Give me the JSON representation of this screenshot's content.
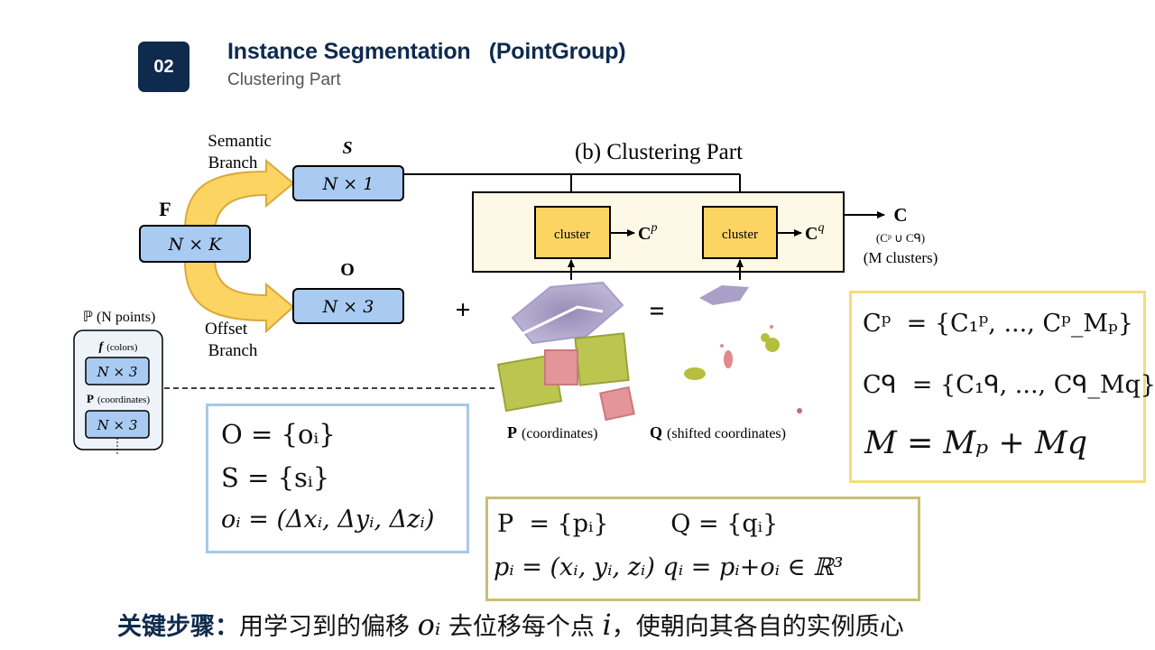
{
  "header": {
    "badge": "02",
    "title": "Instance Segmentation   (PointGroup)",
    "subtitle": "Clustering Part"
  },
  "diagram": {
    "part_title": "(b) Clustering Part",
    "F_label": "F",
    "F_box": "N × K",
    "semantic_branch": [
      "Semantic",
      "Branch"
    ],
    "offset_branch": [
      "Offset",
      "Branch"
    ],
    "S_label": "S",
    "S_box": "N × 1",
    "O_label": "O",
    "O_box": "N × 3",
    "cluster1": "cluster",
    "cluster2": "cluster",
    "Cp": "C",
    "Cp_sup": "p",
    "Cq": "C",
    "Cq_sup": "q",
    "C_out": "C",
    "C_union": "(Cᵖ ∪ Cᑫ)",
    "m_clusters": "(M clusters)",
    "plus": "+",
    "equals": "=",
    "points_title": "ℙ (N points)",
    "colors_label": "(colors)",
    "colors_f": "f",
    "colors_box": "N × 3",
    "coords_P": "P",
    "coords_label": "(coordinates)",
    "coords_box": "N × 3",
    "P_caption_bold": "P",
    "P_caption": "(coordinates)",
    "Q_caption_bold": "Q",
    "Q_caption": "(shifted coordinates)"
  },
  "formula_os": {
    "line1": "O = {oᵢ}",
    "line2": "S = {sᵢ}",
    "line3": "oᵢ = (Δxᵢ, Δyᵢ, Δzᵢ)"
  },
  "formula_pq": {
    "line1": "P  = {pᵢ}        Q = {qᵢ}",
    "line2": "pᵢ = (xᵢ, yᵢ, zᵢ) qᵢ = pᵢ+oᵢ ∈ ℝ³"
  },
  "formula_c": {
    "line1": "Cᵖ  = {C₁ᵖ, ..., Cᵖ_Mₚ}",
    "line2": "Cᑫ  = {C₁ᑫ, ..., Cᑫ_Mq}",
    "line3": "M = Mₚ + Mq"
  },
  "bottom": {
    "key": "关键步骤：",
    "text1": "用学习到的偏移 ",
    "o_sym": "oᵢ",
    "text2": " 去位移每个点 ",
    "i_sym": "i",
    "text3": "，使朝向其各自的实例质心"
  },
  "colors": {
    "navy": "#0e2a4d",
    "blue_box": "#a9cbf2",
    "yellow_box": "#fbd462",
    "arrow_yellow": "#fbd462",
    "cream": "#fef8e6",
    "os_border": "#a8c8e8",
    "pq_border": "#c8bf76",
    "c_border": "#f4dc7c"
  }
}
